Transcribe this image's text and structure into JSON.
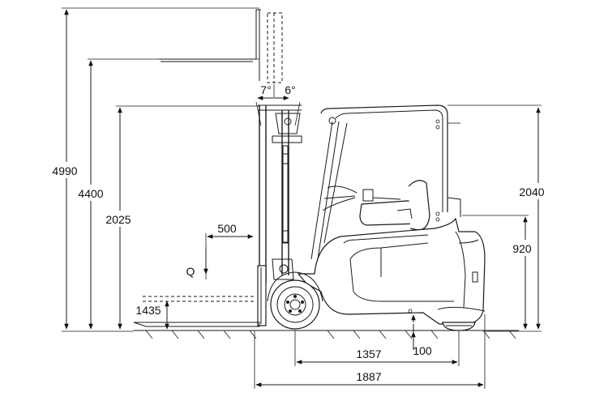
{
  "dimensions": {
    "lift_height_max": "4990",
    "lift_height": "4400",
    "mast_height": "2025",
    "overhead_guard_height": "2040",
    "seat_height": "920",
    "fork_height": "1435",
    "load_center": "500",
    "load_label": "Q",
    "tilt_forward": "7°",
    "tilt_backward": "6°",
    "wheelbase": "1357",
    "ground_clearance": "100",
    "length_to_fork_face": "1887"
  }
}
